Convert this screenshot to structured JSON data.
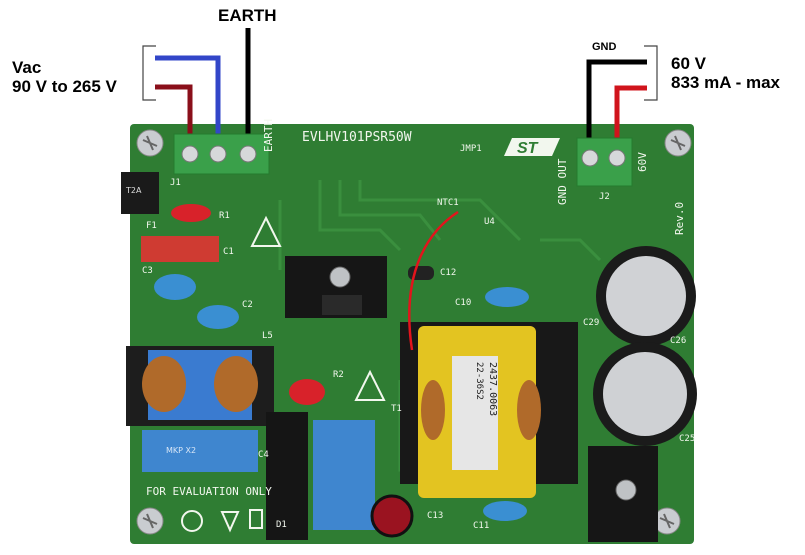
{
  "labels": {
    "vac_title": "Vac",
    "vac_range": "90 V to 265 V",
    "earth": "EARTH",
    "gnd": "GND",
    "out_voltage": "60 V",
    "out_current": "833 mA - max"
  },
  "board": {
    "part_number": "EVLHV101PSR50W",
    "jumper": "JMP1",
    "ntc": "NTC1",
    "u4": "U4",
    "earth_silk": "EARTH",
    "gnd_out": "GND OUT",
    "out_silk": "60V",
    "j1": "J1",
    "j2": "J2",
    "rev": "Rev.0",
    "f1": "F1",
    "r1": "R1",
    "r2": "R2",
    "c1": "C1",
    "c2": "C2",
    "c3": "C3",
    "c4": "C4",
    "c10": "C10",
    "c11": "C11",
    "c12": "C12",
    "c13": "C13",
    "c25": "C25",
    "c26": "C26",
    "c29": "C29",
    "l5": "L5",
    "t1": "T1",
    "d1": "D1",
    "for_eval": "FOR EVALUATION ONLY",
    "transformer_label_1": "2437.0063",
    "transformer_label_2": "22-36S2",
    "fuse_text": "T2A",
    "x2_cap_text": "MKP X2"
  },
  "colors": {
    "pcb": "#2f7d33",
    "pcb_dark": "#216226",
    "silk": "#f2f7ee",
    "terminal": "#3aa04a",
    "wire_red": "#c0151c",
    "wire_darkred": "#8a0f1a",
    "wire_blue": "#3246c8",
    "wire_black": "#000000",
    "cap_blue": "#3a8fd2"
  }
}
